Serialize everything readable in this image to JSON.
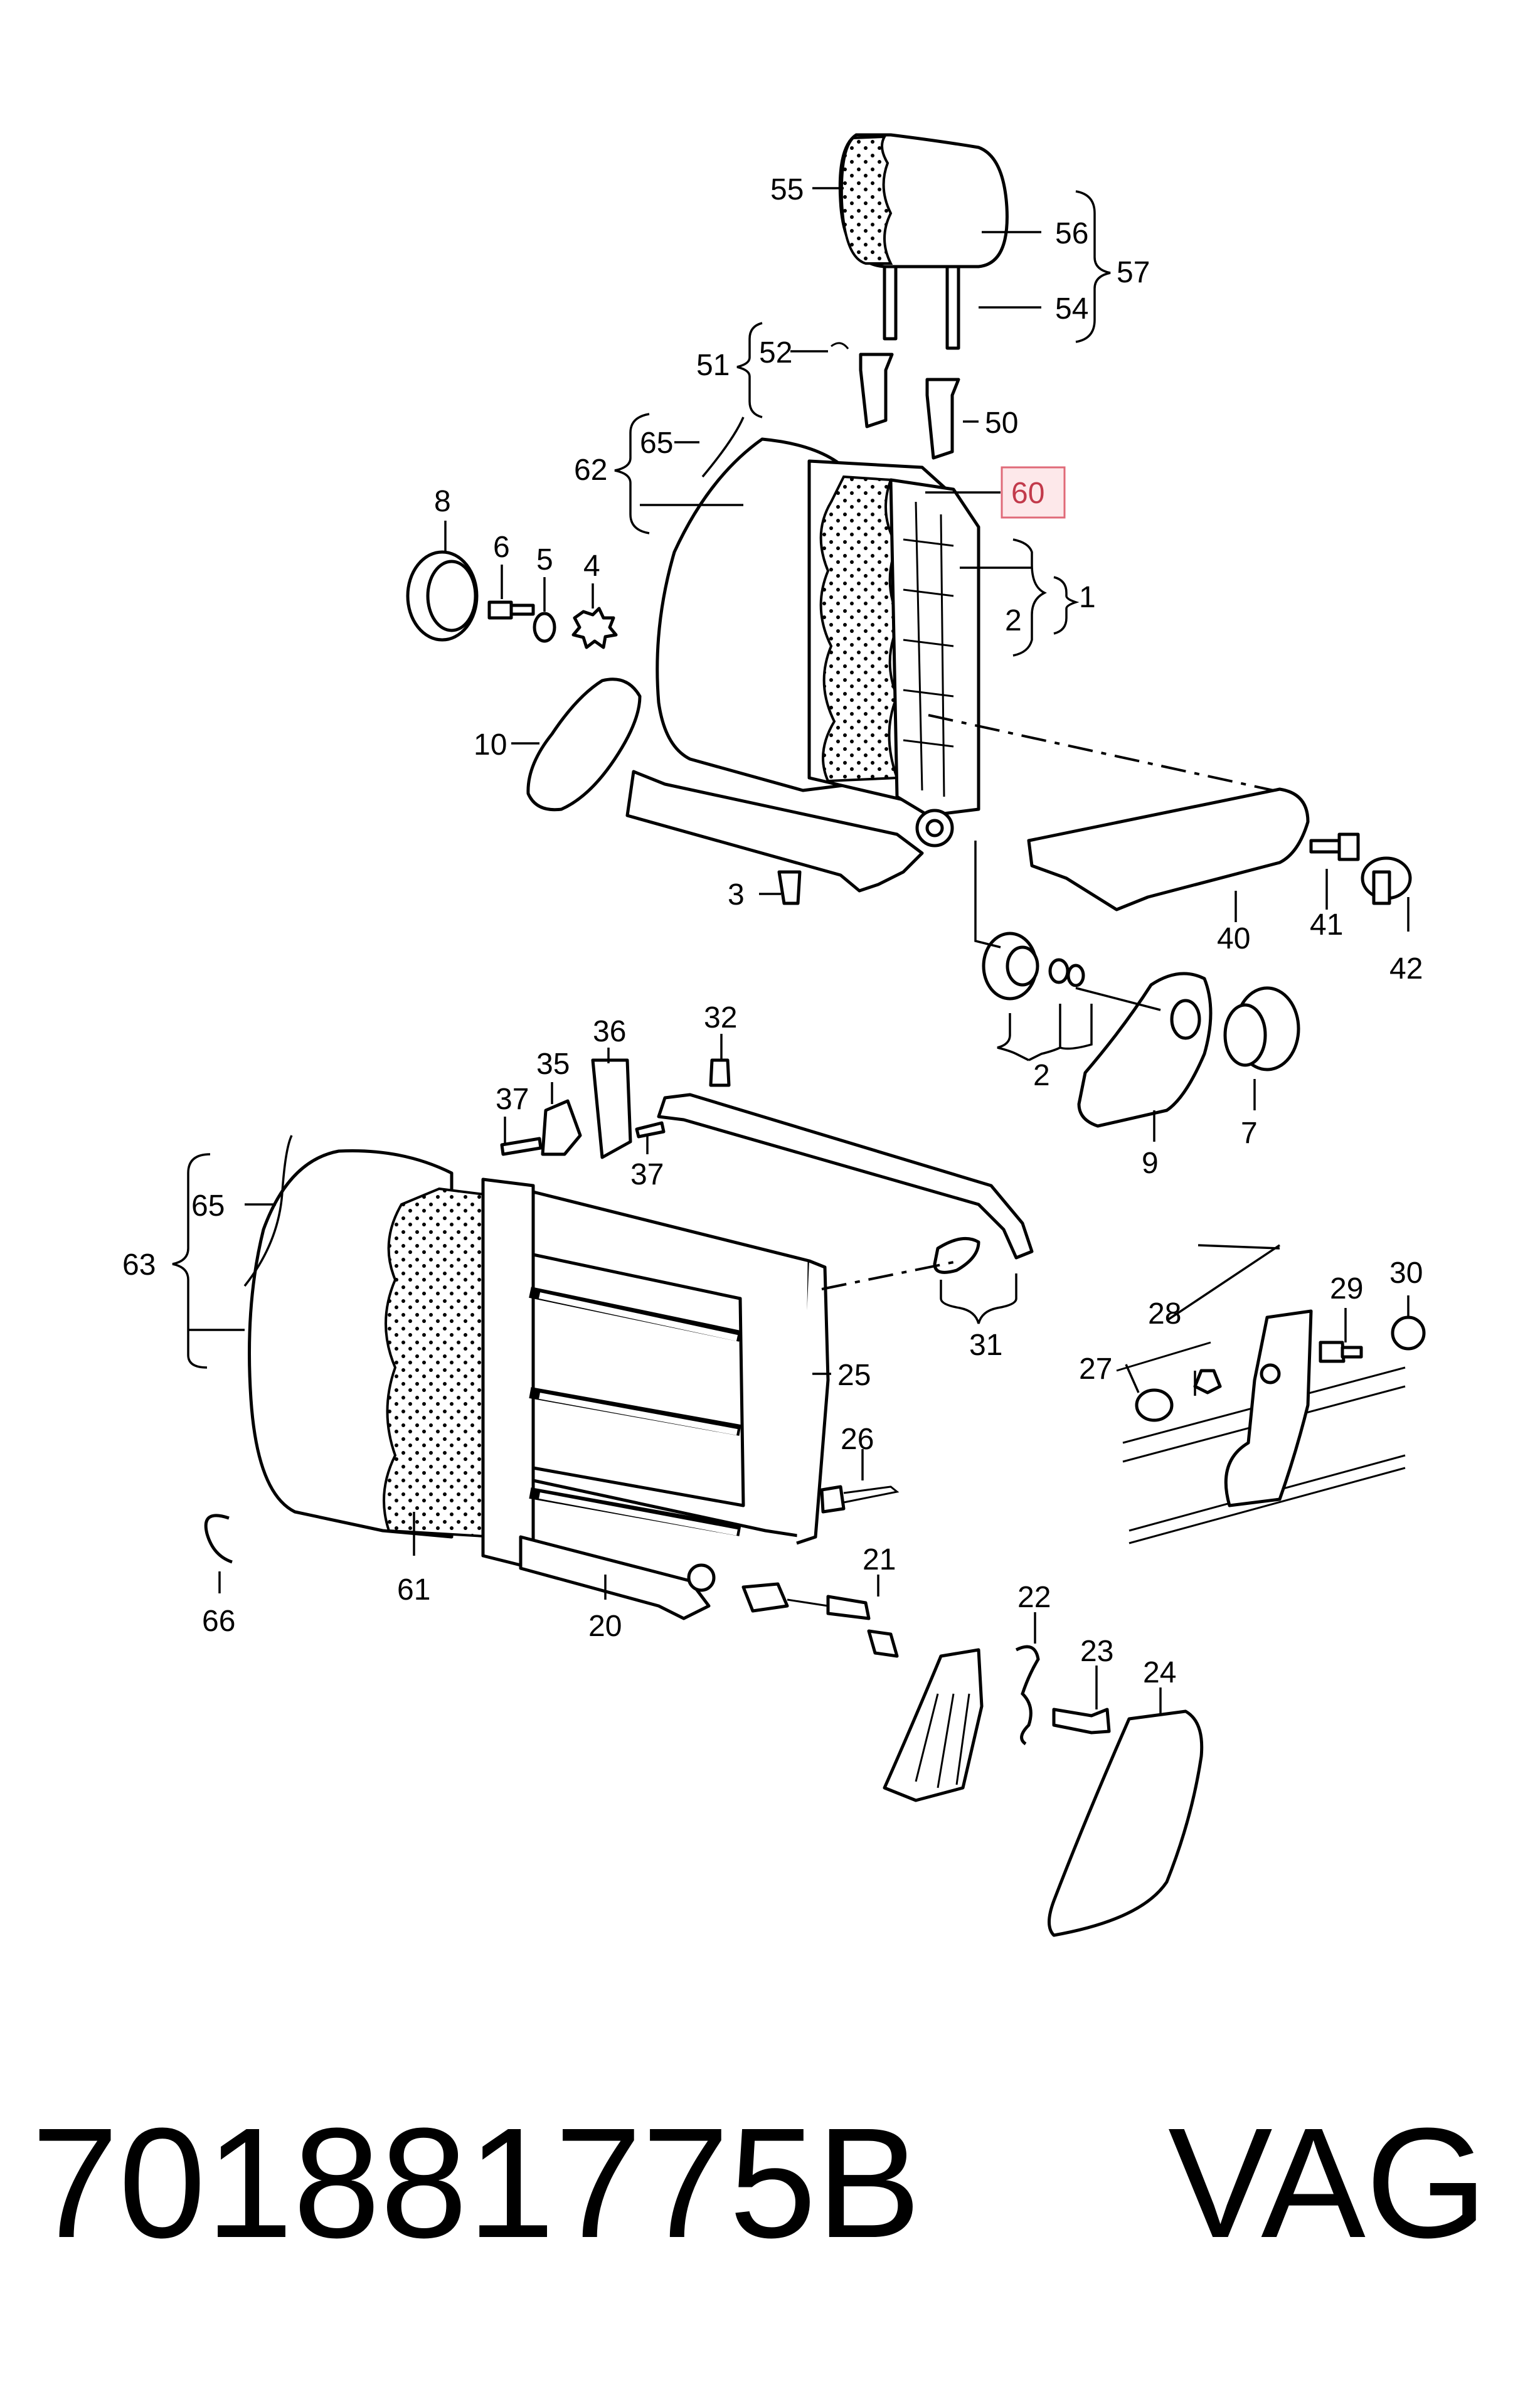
{
  "diagram": {
    "callouts": [
      "55",
      "56",
      "57",
      "54",
      "52",
      "51",
      "50",
      "65",
      "62",
      "60",
      "8",
      "6",
      "5",
      "4",
      "1",
      "2",
      "10",
      "3",
      "40",
      "41",
      "42",
      "2",
      "7",
      "9",
      "36",
      "32",
      "35",
      "37",
      "37",
      "65",
      "63",
      "31",
      "25",
      "29",
      "30",
      "28",
      "27",
      "26",
      "61",
      "66",
      "20",
      "21",
      "22",
      "23",
      "24"
    ],
    "highlighted_callout": "60",
    "highlight_color": "#e06a78"
  },
  "footer": {
    "part_number": "701881775B",
    "brand": "VAG"
  }
}
